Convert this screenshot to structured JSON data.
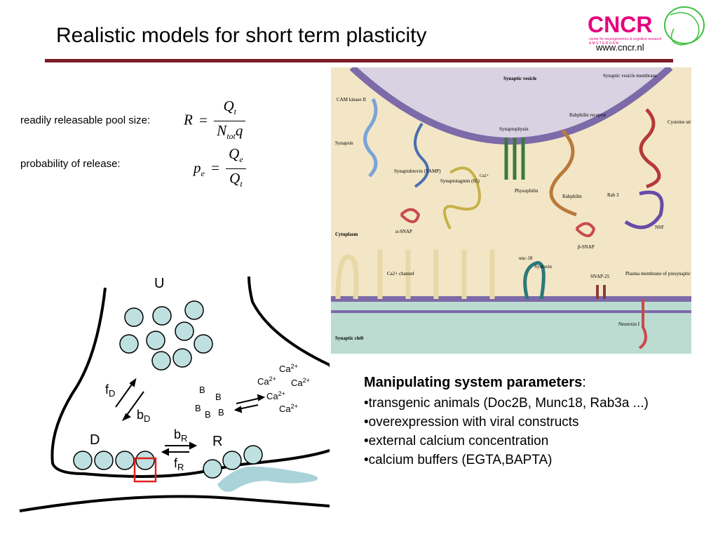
{
  "title": "Realistic models for short term plasticity",
  "logo": {
    "name": "CNCR",
    "tagline": "center for neurogenomics & cognitive research",
    "city": "A M S T E R D A M",
    "url": "www.cncr.nl"
  },
  "formulas": {
    "pool_label": "readily releasable pool size:",
    "pool": {
      "lhs": "R",
      "eq": "=",
      "num": "Q",
      "num_sub": "t",
      "den_a": "N",
      "den_sub": "tot",
      "den_b": "q"
    },
    "prob_label": "probability of release:",
    "prob": {
      "lhs": "p",
      "lhs_sub": "e",
      "eq": "=",
      "num": "Q",
      "num_sub": "e",
      "den": "Q",
      "den_sub": "t"
    }
  },
  "figure_labels": {
    "synaptic_vesicle": "Synaptic vesicle",
    "vesicle_membrane": "Synaptic vesicle membrane",
    "cam_kinase": "CAM kinase II",
    "synapsin": "Synapsin",
    "synaptophysin": "Synaptophysin",
    "rabphilin_receptor": "Rabphilin receptor",
    "cysteine_string": "Cysteine string protein",
    "synaptobrevin": "Synaptobrevin (VAMP)",
    "synaptotagmin": "Synaptotagmin (65)",
    "ca_tag": "Ca2+",
    "physophilin": "Physophilin",
    "rabphilin": "Rabphilin",
    "rab3": "Rab 3",
    "cytoplasm": "Cytoplasm",
    "alpha_snap": "α-SNAP",
    "nsf": "NSF",
    "beta_snap": "β-SNAP",
    "unc18": "unc-18",
    "syntaxin": "Syntaxin",
    "snap25": "SNAP-25",
    "ca_channel": "Ca2+ channel",
    "plasma_membrane": "Plasma membrane of presynaptic terminal",
    "neurexin": "Neurexin I",
    "synaptic_cleft": "Synaptic cleft"
  },
  "diagram": {
    "U": "U",
    "D": "D",
    "R": "R",
    "fD": "f",
    "fD_sub": "D",
    "bD": "b",
    "bD_sub": "D",
    "bR": "b",
    "bR_sub": "R",
    "fR": "f",
    "fR_sub": "R",
    "B": "B",
    "Ca": "Ca",
    "Ca_sup": "2+"
  },
  "params": {
    "heading": "Manipulating system parameters",
    "colon": ":",
    "items": [
      "•transgenic animals (Doc2B, Munc18, Rab3a ...)",
      "•overexpression with viral constructs",
      "•external calcium concentration",
      "•calcium buffers (EGTA,BAPTA)"
    ]
  },
  "colors": {
    "rule": "#7a1c24",
    "vesicle_fill": "#bfe0e0",
    "logo_pink": "#e6007e",
    "logo_green": "#3fbf3f",
    "highlight_box": "#e02020"
  }
}
